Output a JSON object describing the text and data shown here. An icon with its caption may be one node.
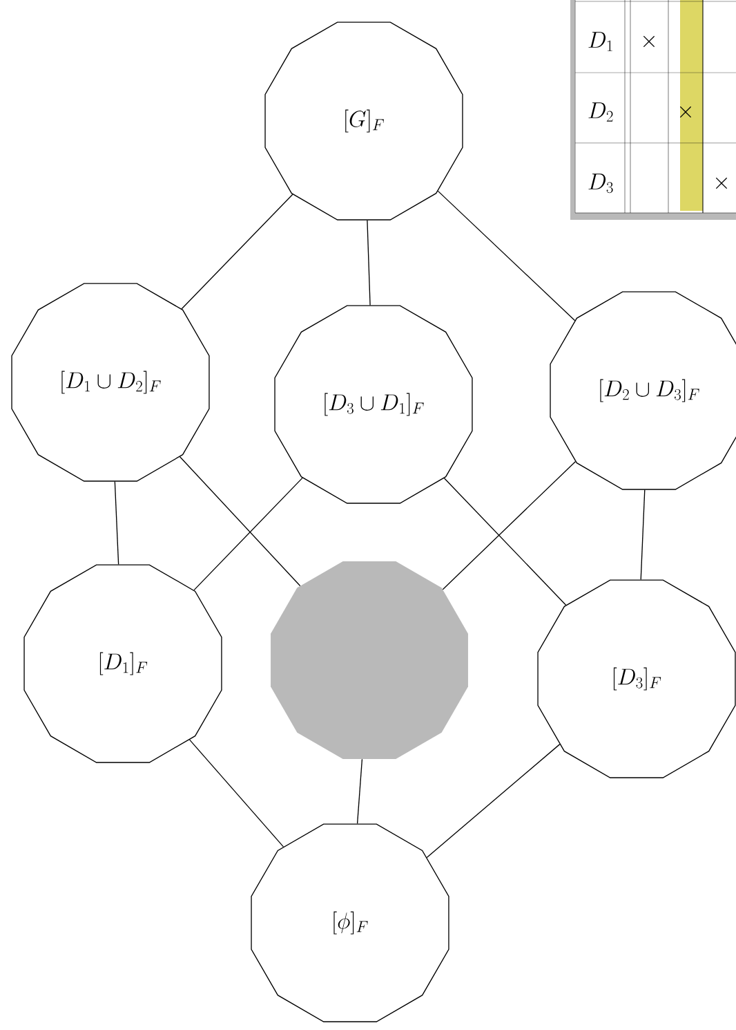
{
  "diagram": {
    "nodes": [
      {
        "text": [
          "[G]_F"
        ]
      },
      {
        "text": [
          "[D_1 \\cup D_2]_F"
        ]
      },
      {
        "text": [
          "[D_3 \\cup D_1]_F"
        ]
      },
      {
        "text": [
          "[D_2 \\cup D_3]_F"
        ]
      },
      {
        "text": [
          "[D_1]_F"
        ]
      },
      {
        "text": [],
        "shape": "polygon"
      },
      {
        "text": [
          "[D_3]_F"
        ]
      },
      {
        "text": [
          "[\\phi]_F"
        ]
      }
    ],
    "edges": [
      {
        "from": 0,
        "to": 1,
        "arrow": "none"
      },
      {
        "from": 0,
        "to": 2,
        "arrow": "none"
      },
      {
        "from": 0,
        "to": 3,
        "arrow": "none"
      },
      {
        "from": 1,
        "to": 4,
        "arrow": "none"
      },
      {
        "from": 1,
        "to": 5,
        "arrow": "none"
      },
      {
        "from": 2,
        "to": 4,
        "arrow": "none"
      },
      {
        "from": 2,
        "to": 6,
        "arrow": "none"
      },
      {
        "from": 3,
        "to": 5,
        "arrow": "none"
      },
      {
        "from": 3,
        "to": 6,
        "arrow": "none"
      },
      {
        "from": 4,
        "to": 7,
        "arrow": "none"
      },
      {
        "from": 5,
        "to": 7,
        "arrow": "none"
      },
      {
        "from": 6,
        "to": 7,
        "arrow": "none"
      }
    ],
    "labels": [
      "D_1",
      "\\times",
      "D_2",
      "\\times",
      "D_3",
      "\\times"
    ]
  }
}
